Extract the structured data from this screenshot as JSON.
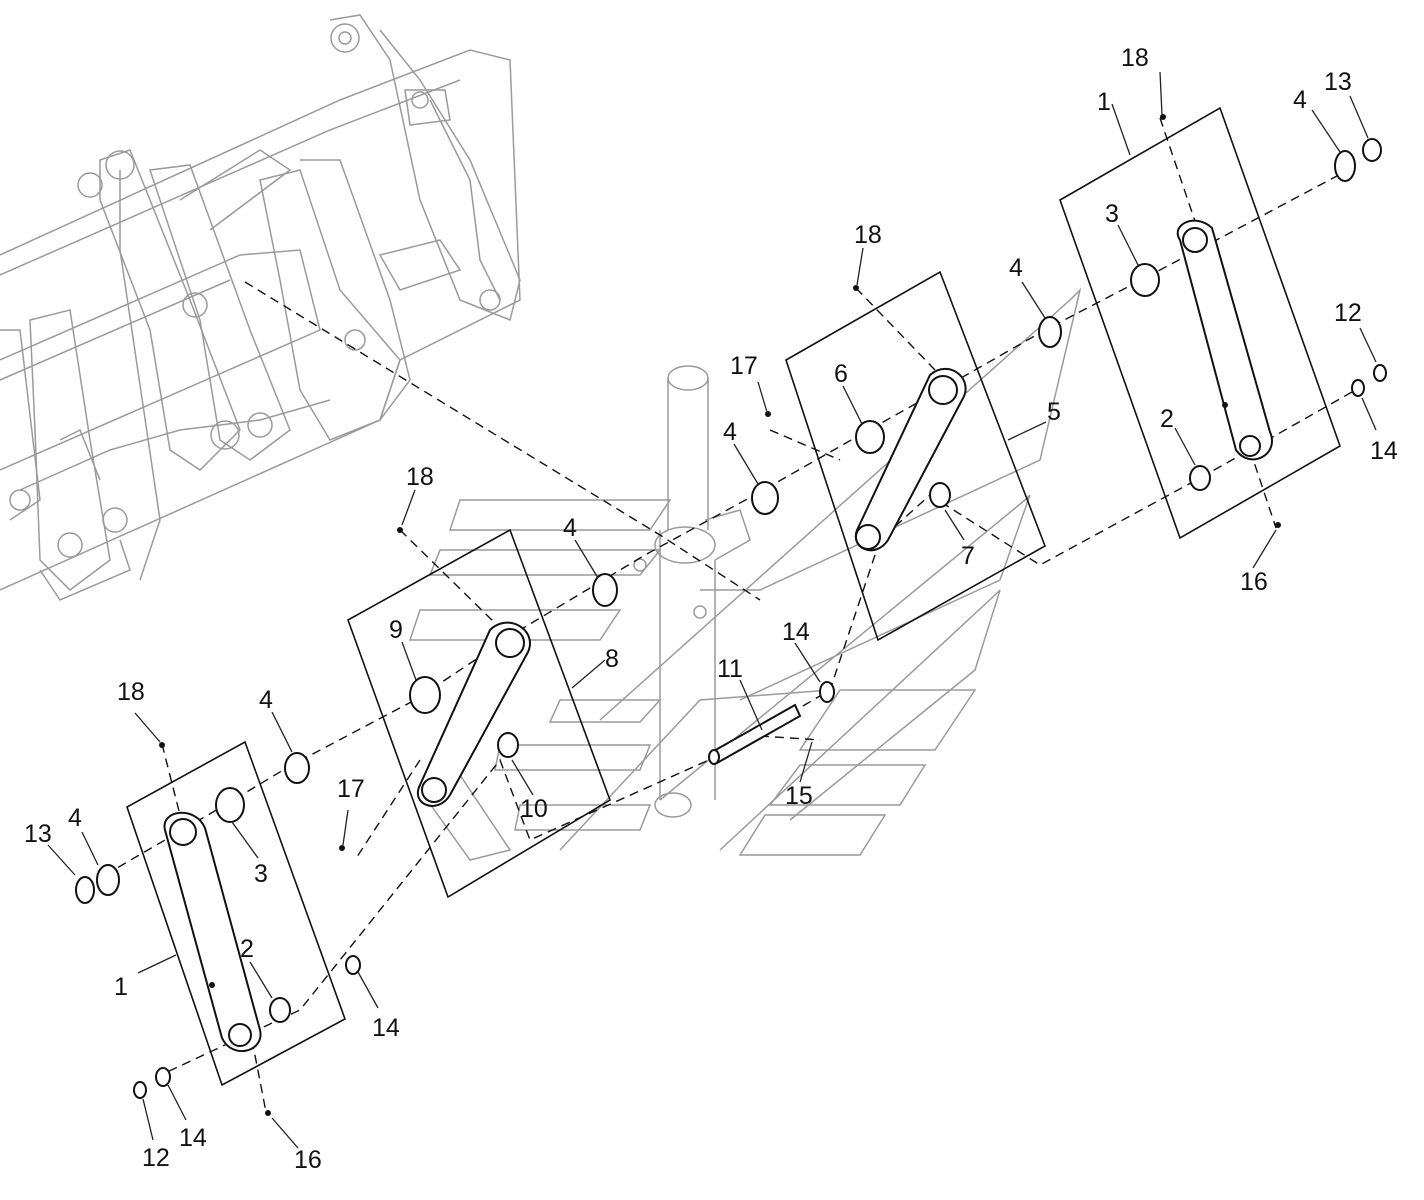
{
  "diagram": {
    "callouts": [
      {
        "id": "c-18-top-right",
        "text": "18"
      },
      {
        "id": "c-13-top-right",
        "text": "13"
      },
      {
        "id": "c-1-top-right",
        "text": "1"
      },
      {
        "id": "c-4-top-right",
        "text": "4"
      },
      {
        "id": "c-3-top-right",
        "text": "3"
      },
      {
        "id": "c-12-right",
        "text": "12"
      },
      {
        "id": "c-2-right",
        "text": "2"
      },
      {
        "id": "c-14-right",
        "text": "14"
      },
      {
        "id": "c-16-right",
        "text": "16"
      },
      {
        "id": "c-18-mid",
        "text": "18"
      },
      {
        "id": "c-4-mid-right",
        "text": "4"
      },
      {
        "id": "c-17-mid",
        "text": "17"
      },
      {
        "id": "c-6-mid",
        "text": "6"
      },
      {
        "id": "c-4-mid",
        "text": "4"
      },
      {
        "id": "c-5-mid",
        "text": "5"
      },
      {
        "id": "c-7-mid",
        "text": "7"
      },
      {
        "id": "c-18-left",
        "text": "18"
      },
      {
        "id": "c-4-center",
        "text": "4"
      },
      {
        "id": "c-9-left",
        "text": "9"
      },
      {
        "id": "c-8-center",
        "text": "8"
      },
      {
        "id": "c-14-center",
        "text": "14"
      },
      {
        "id": "c-11-center",
        "text": "11"
      },
      {
        "id": "c-15-center",
        "text": "15"
      },
      {
        "id": "c-10-center",
        "text": "10"
      },
      {
        "id": "c-18-bottom-left",
        "text": "18"
      },
      {
        "id": "c-4-bottom-left",
        "text": "4"
      },
      {
        "id": "c-17-bottom-left",
        "text": "17"
      },
      {
        "id": "c-13-bottom-left",
        "text": "13"
      },
      {
        "id": "c-4-bottom-left-2",
        "text": "4"
      },
      {
        "id": "c-3-bottom-left",
        "text": "3"
      },
      {
        "id": "c-1-bottom-left",
        "text": "1"
      },
      {
        "id": "c-2-bottom-left",
        "text": "2"
      },
      {
        "id": "c-14-bottom-left",
        "text": "14"
      },
      {
        "id": "c-12-bottom-left",
        "text": "12"
      },
      {
        "id": "c-14-bottom-left-2",
        "text": "14"
      },
      {
        "id": "c-16-bottom-left",
        "text": "16"
      }
    ]
  }
}
